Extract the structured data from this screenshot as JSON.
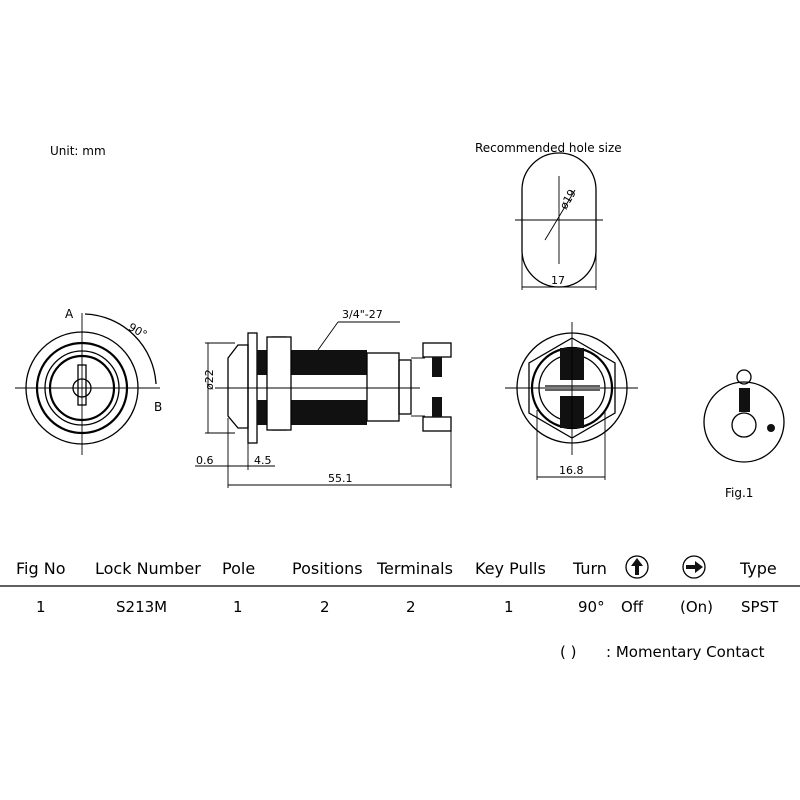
{
  "unit_label": "Unit: mm",
  "hole": {
    "title": "Recommended hole size",
    "diameter": "ø19",
    "width": "17"
  },
  "front_view": {
    "pos_a": "A",
    "pos_b": "B",
    "angle": "90°"
  },
  "side_view": {
    "thread": "3/4\"-27",
    "diameter": "ø22",
    "dim_a": "0.6",
    "dim_b": "4.5",
    "length": "55.1"
  },
  "rear_view": {
    "width": "16.8"
  },
  "figure": {
    "caption": "Fig.1"
  },
  "table": {
    "headers": [
      "Fig No",
      "Lock Number",
      "Pole",
      "Positions",
      "Terminals",
      "Key Pulls",
      "Turn",
      "up-arrow-circle-icon",
      "right-arrow-circle-icon",
      "Type"
    ],
    "row": [
      "1",
      "S213M",
      "1",
      "2",
      "2",
      "1",
      "90°",
      "Off",
      "(On)",
      "SPST"
    ]
  },
  "note": {
    "symbol": "(  )",
    "text": ": Momentary Contact"
  }
}
